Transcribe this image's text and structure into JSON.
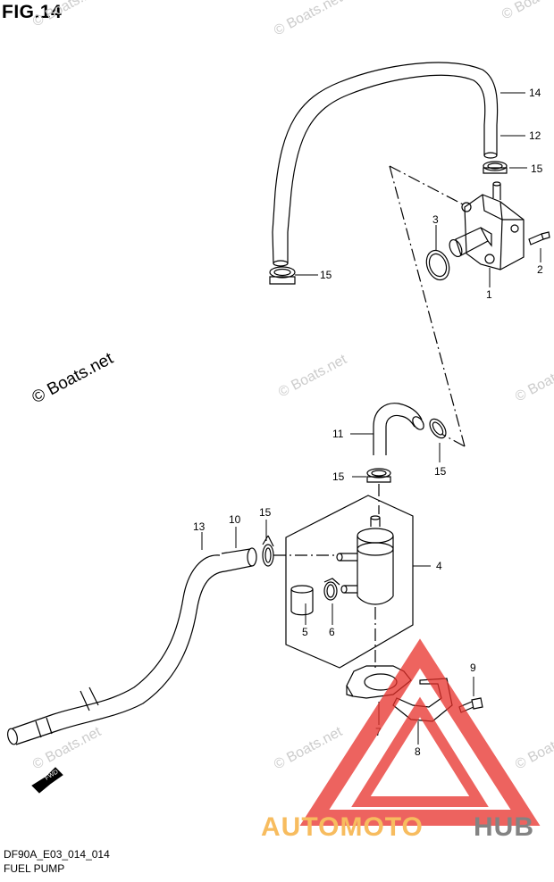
{
  "figure": {
    "title": "FIG.14",
    "code": "DF90A_E03_014_014",
    "name": "FUEL PUMP"
  },
  "watermark": {
    "text": "© Boats.net",
    "color": "#c8c8c8"
  },
  "fwd_label": "FWD",
  "callouts": {
    "c14": "14",
    "c12": "12",
    "c15a": "15",
    "c3": "3",
    "c2": "2",
    "c15b": "15",
    "c1": "1",
    "c11": "11",
    "c15c": "15",
    "c15d": "15",
    "c13": "13",
    "c10": "10",
    "c15e": "15",
    "c4": "4",
    "c5": "5",
    "c6": "6",
    "c9": "9",
    "c7": "7",
    "c8": "8"
  },
  "brand": {
    "text_red": "AUTOMOTO",
    "text_dark": "HUB",
    "red": "#e8302a",
    "orange": "#f5a62a",
    "dark": "#5a5a5a"
  },
  "colors": {
    "line": "#000000"
  }
}
